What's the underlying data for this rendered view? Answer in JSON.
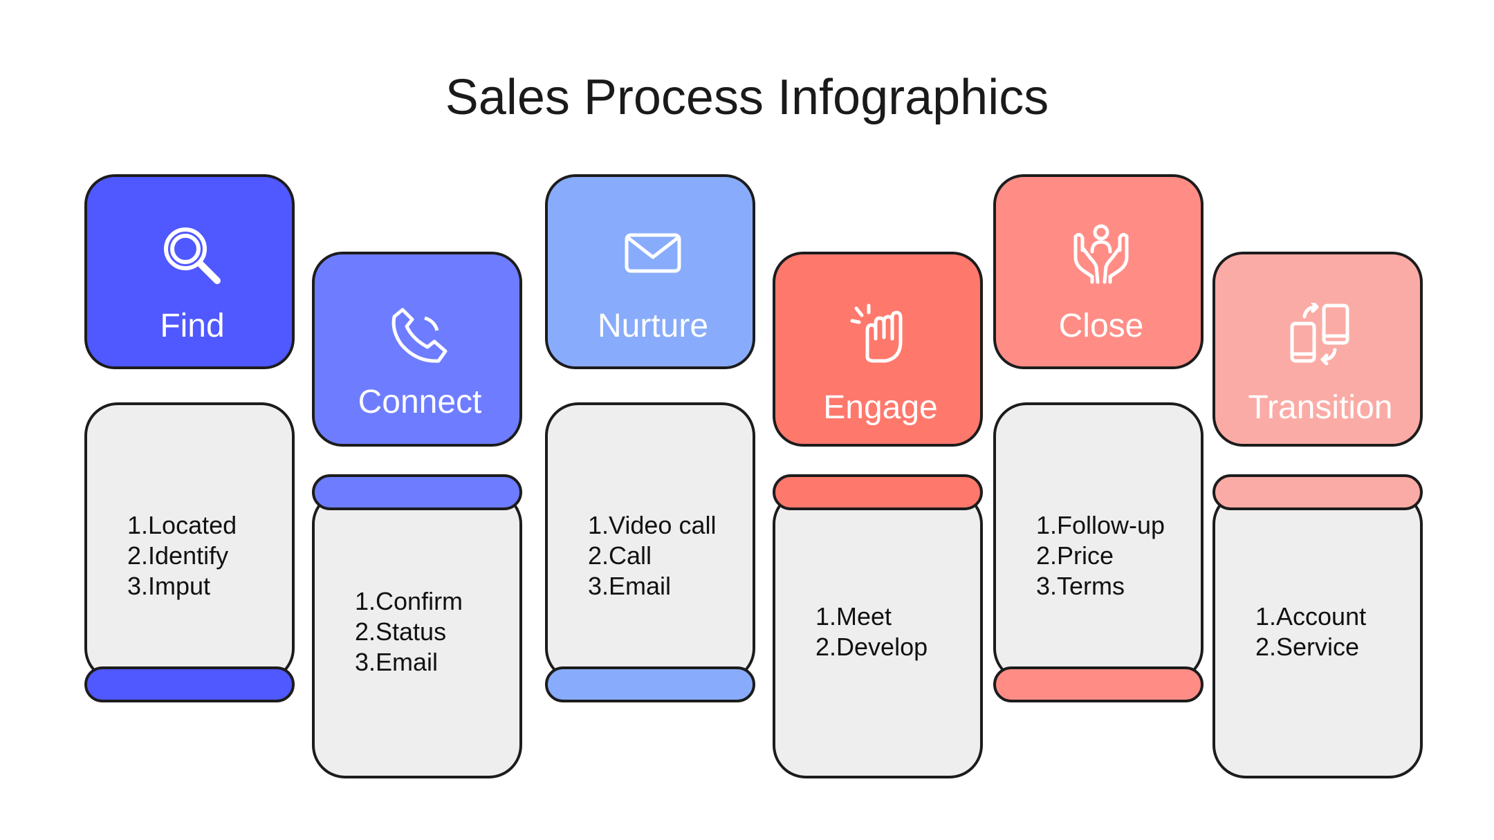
{
  "title": "Sales Process Infographics",
  "steps": [
    {
      "label": "Find",
      "icon": "magnifier-icon",
      "color": "#5058FF",
      "items": [
        "1.Located",
        "2.Identify",
        "3.Imput"
      ]
    },
    {
      "label": "Connect",
      "icon": "phone-icon",
      "color": "#6E7DFF",
      "items": [
        "1.Confirm",
        "2.Status",
        "3.Email"
      ]
    },
    {
      "label": "Nurture",
      "icon": "envelope-icon",
      "color": "#88ACFB",
      "items": [
        "1.Video call",
        "2.Call",
        "3.Email"
      ]
    },
    {
      "label": "Engage",
      "icon": "high-five-icon",
      "color": "#FF786C",
      "items": [
        "1.Meet",
        "2.Develop"
      ]
    },
    {
      "label": "Close",
      "icon": "hands-support-icon",
      "color": "#FF8D86",
      "items": [
        "1.Follow-up",
        "2.Price",
        "3.Terms"
      ]
    },
    {
      "label": "Transition",
      "icon": "devices-sync-icon",
      "color": "#FBABA5",
      "items": [
        "1.Account",
        "2.Service"
      ]
    }
  ]
}
